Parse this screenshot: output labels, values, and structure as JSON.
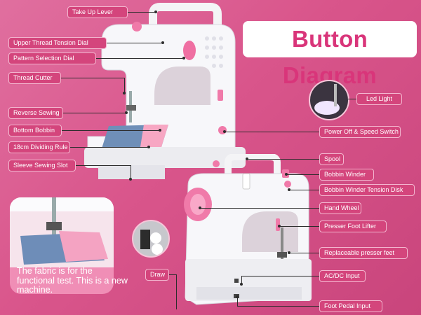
{
  "diagram": {
    "title": "Button Diagram",
    "labels": {
      "take_up_lever": "Take Up Lever",
      "upper_thread_tension_dial": "Upper Thread Tension Dial",
      "pattern_selection_dial": "Pattern Selection Dial",
      "thread_cutter": "Thread Cutter",
      "reverse_sewing": "Reverse Sewing",
      "bottom_bobbin": "Bottom Bobbin",
      "dividing_rule": "18cm Dividing Rule",
      "sleeve_sewing_slot": "Sleeve Sewing Slot",
      "led_light": "Led Light",
      "power_switch": "Power Off & Speed Switch",
      "spool": "Spool",
      "bobbin_winder": "Bobbin Winder",
      "bobbin_winder_tension_disk": "Bobbin Winder Tension Disk",
      "hand_wheel": "Hand Wheel",
      "presser_foot_lifter": "Presser Foot Lifter",
      "replaceable_presser_feet": "Replaceable presser feet",
      "ac_dc_input": "AC/DC Input",
      "foot_pedal_input": "Foot Pedal Input",
      "draw": "Draw"
    },
    "inset_note": "The fabric is for the functional test. This is a new machine."
  }
}
